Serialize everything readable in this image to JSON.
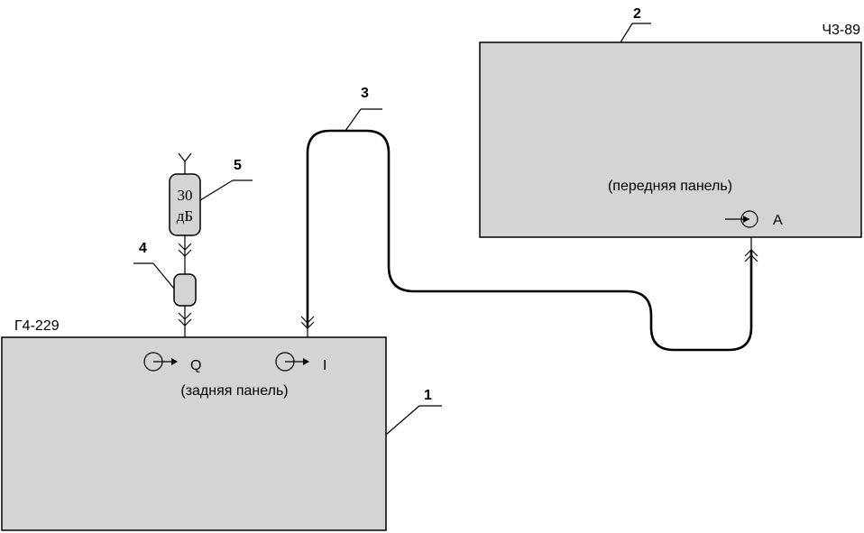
{
  "devices": {
    "generator": {
      "name": "Г4-229",
      "panel_label": "(задняя панель)",
      "output_q": "Q",
      "output_i": "I",
      "callout": "1"
    },
    "counter": {
      "name": "Ч3-89",
      "panel_label": "(передняя панель)",
      "input_a": "A",
      "callout": "2"
    }
  },
  "cable": {
    "callout": "3"
  },
  "adapter": {
    "callout": "4"
  },
  "attenuator": {
    "callout": "5",
    "value_line1": "30",
    "value_line2": "дБ"
  },
  "colors": {
    "panel_fill": "#d4d4d4",
    "line": "#000000"
  }
}
